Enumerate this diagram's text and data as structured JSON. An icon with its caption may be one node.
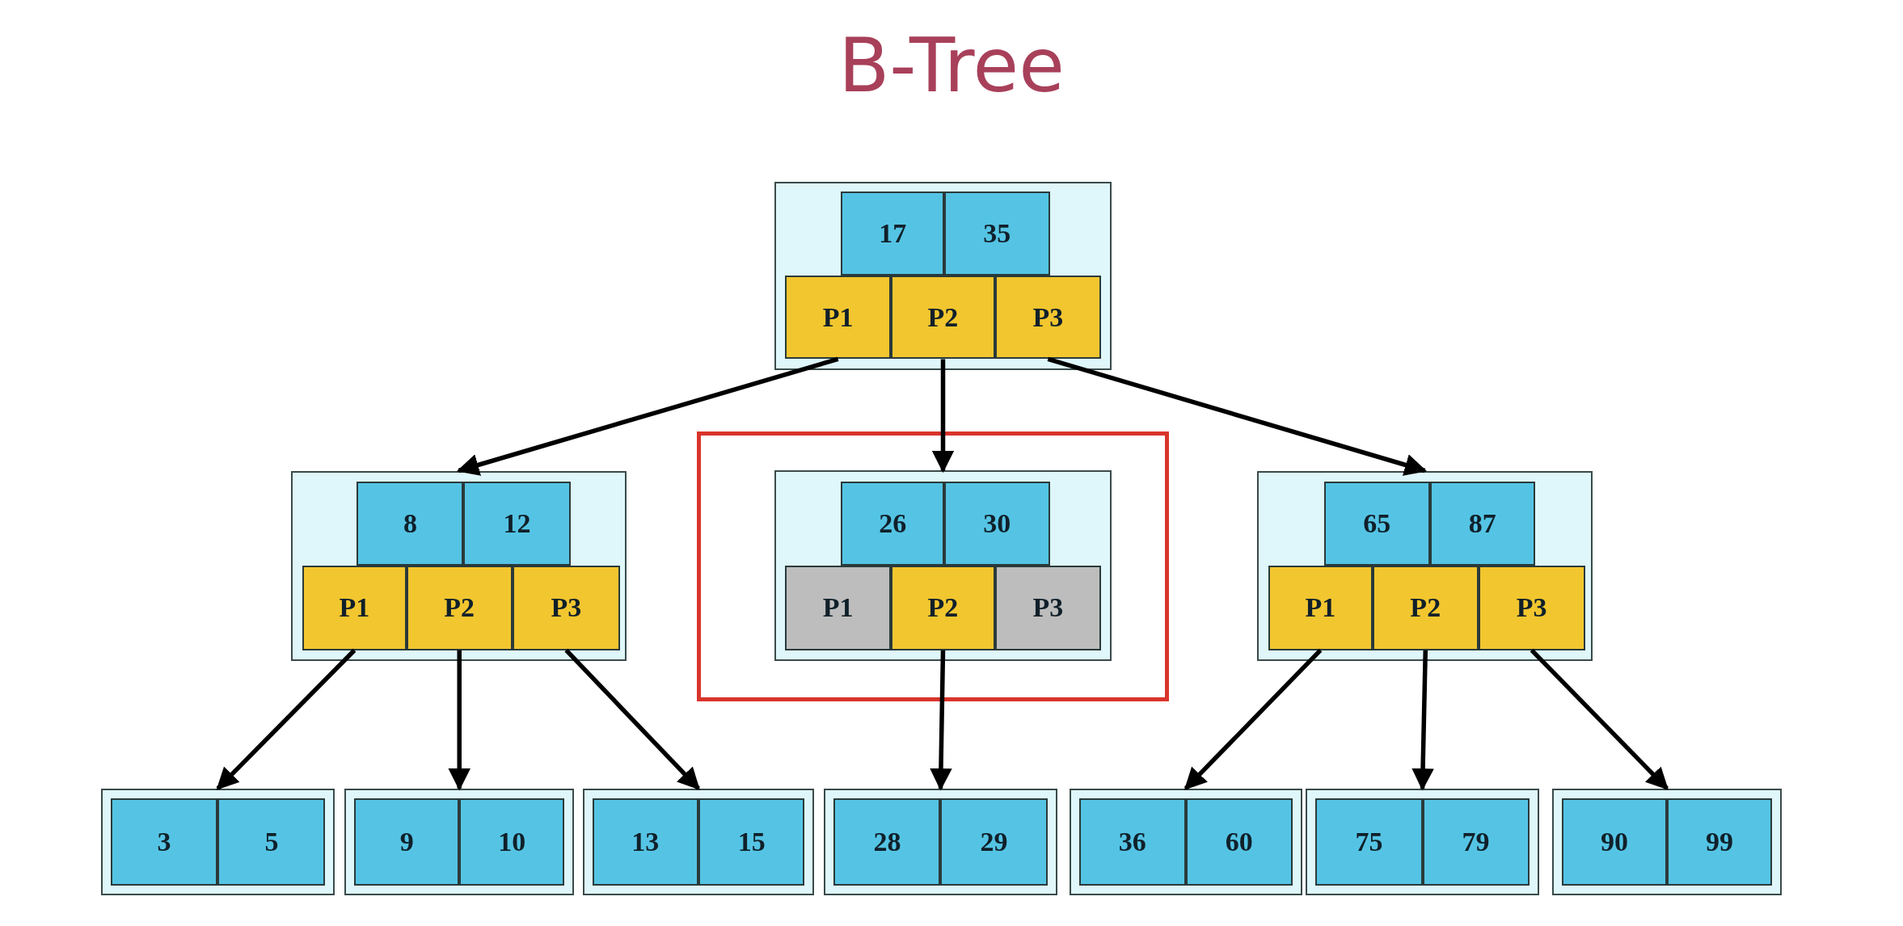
{
  "diagram": {
    "title": "B-Tree",
    "nodes": [
      {
        "text": [],
        "shape": "box"
      },
      {
        "text": [
          "17"
        ],
        "in": 0
      },
      {
        "text": [
          "35"
        ],
        "in": 0
      },
      {
        "text": [
          "P1"
        ],
        "in": 0
      },
      {
        "text": [
          "P2"
        ],
        "in": 0
      },
      {
        "text": [
          "P3"
        ],
        "in": 0
      },
      {
        "text": [],
        "shape": "box"
      },
      {
        "text": [
          "8"
        ],
        "in": 6
      },
      {
        "text": [
          "12"
        ],
        "in": 6
      },
      {
        "text": [
          "P1"
        ],
        "in": 6
      },
      {
        "text": [
          "P2"
        ],
        "in": 6
      },
      {
        "text": [
          "P3"
        ],
        "in": 6
      },
      {
        "text": [],
        "shape": "box"
      },
      {
        "text": [],
        "shape": "box",
        "in": 12
      },
      {
        "text": [
          "26"
        ],
        "in": 13
      },
      {
        "text": [
          "30"
        ],
        "in": 13
      },
      {
        "text": [
          "P1"
        ],
        "in": 13
      },
      {
        "text": [
          "P2"
        ],
        "in": 13
      },
      {
        "text": [
          "P3"
        ],
        "in": 13
      },
      {
        "text": [],
        "shape": "box"
      },
      {
        "text": [
          "65"
        ],
        "in": 19
      },
      {
        "text": [
          "87"
        ],
        "in": 19
      },
      {
        "text": [
          "P1"
        ],
        "in": 19
      },
      {
        "text": [
          "P2"
        ],
        "in": 19
      },
      {
        "text": [
          "P3"
        ],
        "in": 19
      },
      {
        "text": [],
        "shape": "box"
      },
      {
        "text": [
          "3"
        ],
        "in": 25
      },
      {
        "text": [
          "5"
        ],
        "in": 25
      },
      {
        "text": [],
        "shape": "box"
      },
      {
        "text": [
          "9"
        ],
        "in": 28
      },
      {
        "text": [
          "10"
        ],
        "in": 28
      },
      {
        "text": [],
        "shape": "box"
      },
      {
        "text": [
          "13"
        ],
        "in": 31
      },
      {
        "text": [
          "15"
        ],
        "in": 31
      },
      {
        "text": [],
        "shape": "box"
      },
      {
        "text": [
          "28"
        ],
        "in": 34
      },
      {
        "text": [
          "29"
        ],
        "in": 34
      },
      {
        "text": [],
        "shape": "box"
      },
      {
        "text": [
          "36"
        ],
        "in": 37
      },
      {
        "text": [
          "60"
        ],
        "in": 37
      },
      {
        "text": [],
        "shape": "box"
      },
      {
        "text": [
          "75"
        ],
        "in": 40
      },
      {
        "text": [
          "79"
        ],
        "in": 40
      },
      {
        "text": [],
        "shape": "box"
      },
      {
        "text": [
          "90"
        ],
        "in": 43
      },
      {
        "text": [
          "99"
        ],
        "in": 43
      }
    ],
    "edges": [
      {
        "from": 3,
        "to": 6,
        "arrow": "to"
      },
      {
        "from": 4,
        "to": 13,
        "arrow": "to"
      },
      {
        "from": 5,
        "to": 19,
        "arrow": "to"
      },
      {
        "from": 9,
        "to": 25,
        "arrow": "to"
      },
      {
        "from": 10,
        "to": 28,
        "arrow": "to"
      },
      {
        "from": 11,
        "to": 31,
        "arrow": "to"
      },
      {
        "from": 17,
        "to": 34,
        "arrow": "to"
      },
      {
        "from": 22,
        "to": 37,
        "arrow": "to"
      },
      {
        "from": 23,
        "to": 40,
        "arrow": "to"
      },
      {
        "from": 24,
        "to": 43,
        "arrow": "to"
      }
    ]
  }
}
